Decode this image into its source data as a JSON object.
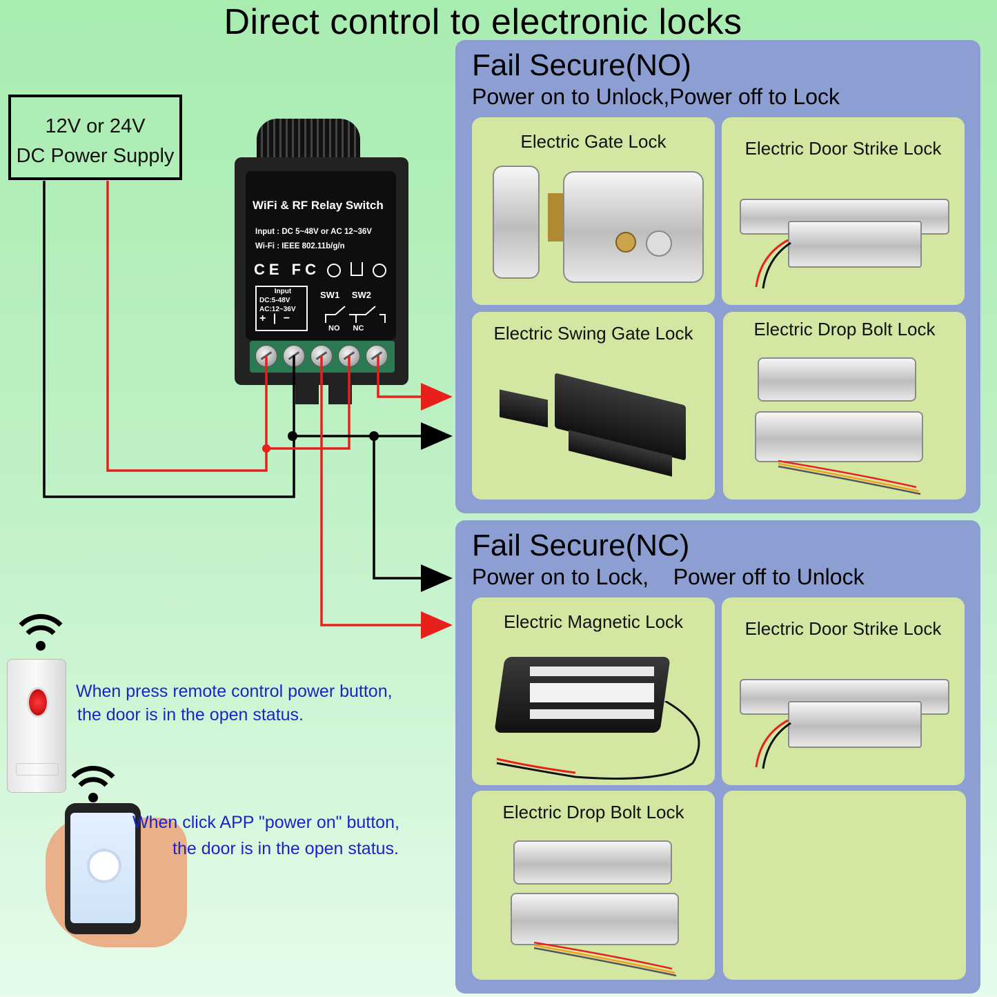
{
  "title": "Direct control to electronic locks",
  "power_supply": {
    "line1": "12V or 24V",
    "line2": "DC Power Supply"
  },
  "relay": {
    "title": "WiFi & RF Relay Switch",
    "spec_input": "Input : DC 5~48V or AC 12~36V",
    "spec_wifi": "Wi-Fi : IEEE 802.11b/g/n",
    "marks": "CE FC",
    "input_box": {
      "title": "Input",
      "dc": "DC:5-48V",
      "ac": "AC:12~36V",
      "polarity": "+ | −"
    },
    "switch_labels": "SW1 SW2",
    "contact_labels": "NO NC"
  },
  "fail_secure_no": {
    "title": "Fail Secure(NO)",
    "subtitle": "Power on to Unlock,Power off to Lock",
    "locks": [
      "Electric Gate Lock",
      "Electric Door Strike Lock",
      "Electric Swing Gate Lock",
      "Electric Drop Bolt Lock"
    ]
  },
  "fail_secure_nc": {
    "title": "Fail Secure(NC)",
    "subtitle": "Power on to Lock,    Power off to Unlock",
    "locks": [
      "Electric Magnetic Lock",
      "Electric Door Strike Lock",
      "Electric Drop Bolt Lock"
    ]
  },
  "remote_caption": {
    "line1": "When press remote control power button,",
    "line2": "the door is in the open status."
  },
  "app_caption": {
    "line1": "When click APP \"power on\" button,",
    "line2": "the door is in the open status."
  },
  "colors": {
    "wire_red": "#e8201c",
    "wire_black": "#000000",
    "panel": "#8d9fd2",
    "card": "#d3e7a2",
    "caption": "#1d24c6"
  },
  "icons": [
    "wifi-icon",
    "remote-control-icon",
    "smartphone-icon",
    "ce-mark-icon",
    "fcc-mark-icon"
  ]
}
